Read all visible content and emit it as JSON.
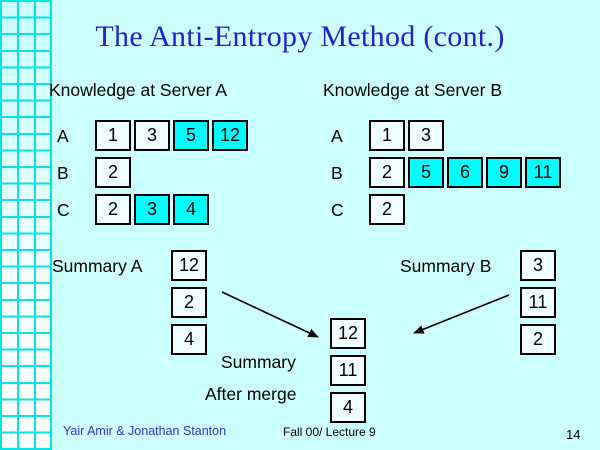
{
  "slide": {
    "title": "The Anti-Entropy Method (cont.)",
    "background_color": "#ccffff",
    "title_color": "#2222cc",
    "highlight_color": "#00ffff",
    "cell_fill_color": "#f0ffff",
    "grid_line_color": "#00e5e5"
  },
  "servers": [
    {
      "heading": "Knowledge at Server A",
      "rows": [
        {
          "label": "A",
          "cells": [
            {
              "value": "1",
              "highlight": false
            },
            {
              "value": "3",
              "highlight": false
            },
            {
              "value": "5",
              "highlight": true
            },
            {
              "value": "12",
              "highlight": true
            }
          ]
        },
        {
          "label": "B",
          "cells": [
            {
              "value": "2",
              "highlight": false
            }
          ]
        },
        {
          "label": "C",
          "cells": [
            {
              "value": "2",
              "highlight": false
            },
            {
              "value": "3",
              "highlight": true
            },
            {
              "value": "4",
              "highlight": true
            }
          ]
        }
      ]
    },
    {
      "heading": "Knowledge at Server B",
      "rows": [
        {
          "label": "A",
          "cells": [
            {
              "value": "1",
              "highlight": false
            },
            {
              "value": "3",
              "highlight": false
            }
          ]
        },
        {
          "label": "B",
          "cells": [
            {
              "value": "2",
              "highlight": false
            },
            {
              "value": "5",
              "highlight": true
            },
            {
              "value": "6",
              "highlight": true
            },
            {
              "value": "9",
              "highlight": true
            },
            {
              "value": "11",
              "highlight": true
            }
          ]
        },
        {
          "label": "C",
          "cells": [
            {
              "value": "2",
              "highlight": false
            }
          ]
        }
      ]
    }
  ],
  "summaries": {
    "a": {
      "label": "Summary A",
      "values": [
        "12",
        "2",
        "4"
      ]
    },
    "b": {
      "label": "Summary B",
      "values": [
        "3",
        "11",
        "2"
      ]
    },
    "merged": {
      "label_line1": "Summary",
      "label_line2": "After merge",
      "values": [
        "12",
        "11",
        "4"
      ]
    }
  },
  "footer": {
    "authors": "Yair Amir & Jonathan Stanton",
    "course": "Fall 00/ Lecture 9",
    "page": "14"
  }
}
